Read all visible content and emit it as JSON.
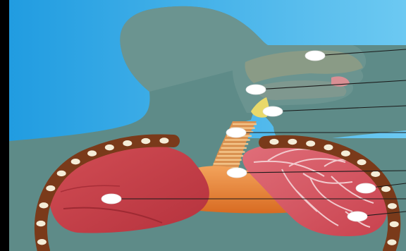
{
  "diagram": {
    "structures": [
      {
        "id": "nasal-cavity"
      },
      {
        "id": "pharynx"
      },
      {
        "id": "larynx"
      },
      {
        "id": "trachea"
      },
      {
        "id": "bronchus"
      },
      {
        "id": "bronchiole"
      },
      {
        "id": "alveoli"
      },
      {
        "id": "lung"
      }
    ],
    "label_markers": [
      {
        "structure": "nasal-cavity",
        "label_text": ""
      },
      {
        "structure": "pharynx",
        "label_text": ""
      },
      {
        "structure": "larynx",
        "label_text": ""
      },
      {
        "structure": "trachea",
        "label_text": ""
      },
      {
        "structure": "bronchus",
        "label_text": ""
      },
      {
        "structure": "bronchiole",
        "label_text": ""
      },
      {
        "structure": "alveoli",
        "label_text": ""
      },
      {
        "structure": "lung",
        "label_text": ""
      }
    ]
  },
  "colors": {
    "sky_top": "#1f9be0",
    "sky_bottom": "#5cc2f0",
    "body_fill": "#5e8b88",
    "head_fill": "#6b9490",
    "nasal_fill": "#8a9b86",
    "lung_left": "#c9424a",
    "lung_right": "#d45966",
    "diaphragm": "#e8833a",
    "trachea": "#d9904f",
    "rib": "#7a3a1a",
    "rib_dot": "#f5edd8",
    "marker": "#ffffff",
    "leader_line": "#1a1a1a",
    "frame": "#000000"
  }
}
